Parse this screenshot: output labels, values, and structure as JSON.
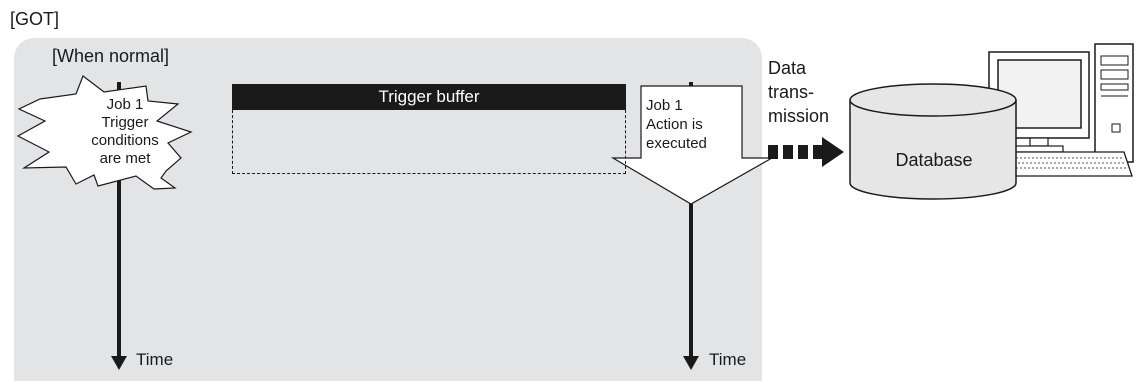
{
  "diagram": {
    "got_label": "[GOT]",
    "mode_label": "[When normal]",
    "trigger_burst": {
      "lines": [
        "Job 1",
        "Trigger",
        "conditions",
        "are met"
      ]
    },
    "trigger_buffer": {
      "label": "Trigger buffer"
    },
    "action": {
      "lines": [
        "Job 1",
        "Action is",
        "executed"
      ]
    },
    "timelines": {
      "left_label": "Time",
      "right_label": "Time"
    },
    "transmission": {
      "lines": [
        "Data",
        "trans-",
        "mission"
      ]
    },
    "database": {
      "label": "Database"
    },
    "colors": {
      "panel": "#e3e4e6",
      "ink": "#1a1a1a",
      "buffer_bar": "#1a1a1a"
    },
    "icons": [
      "starburst-callout-icon",
      "arrow-down-callout-icon",
      "dashed-arrow-icon",
      "database-cylinder-icon",
      "computer-workstation-icon"
    ]
  }
}
